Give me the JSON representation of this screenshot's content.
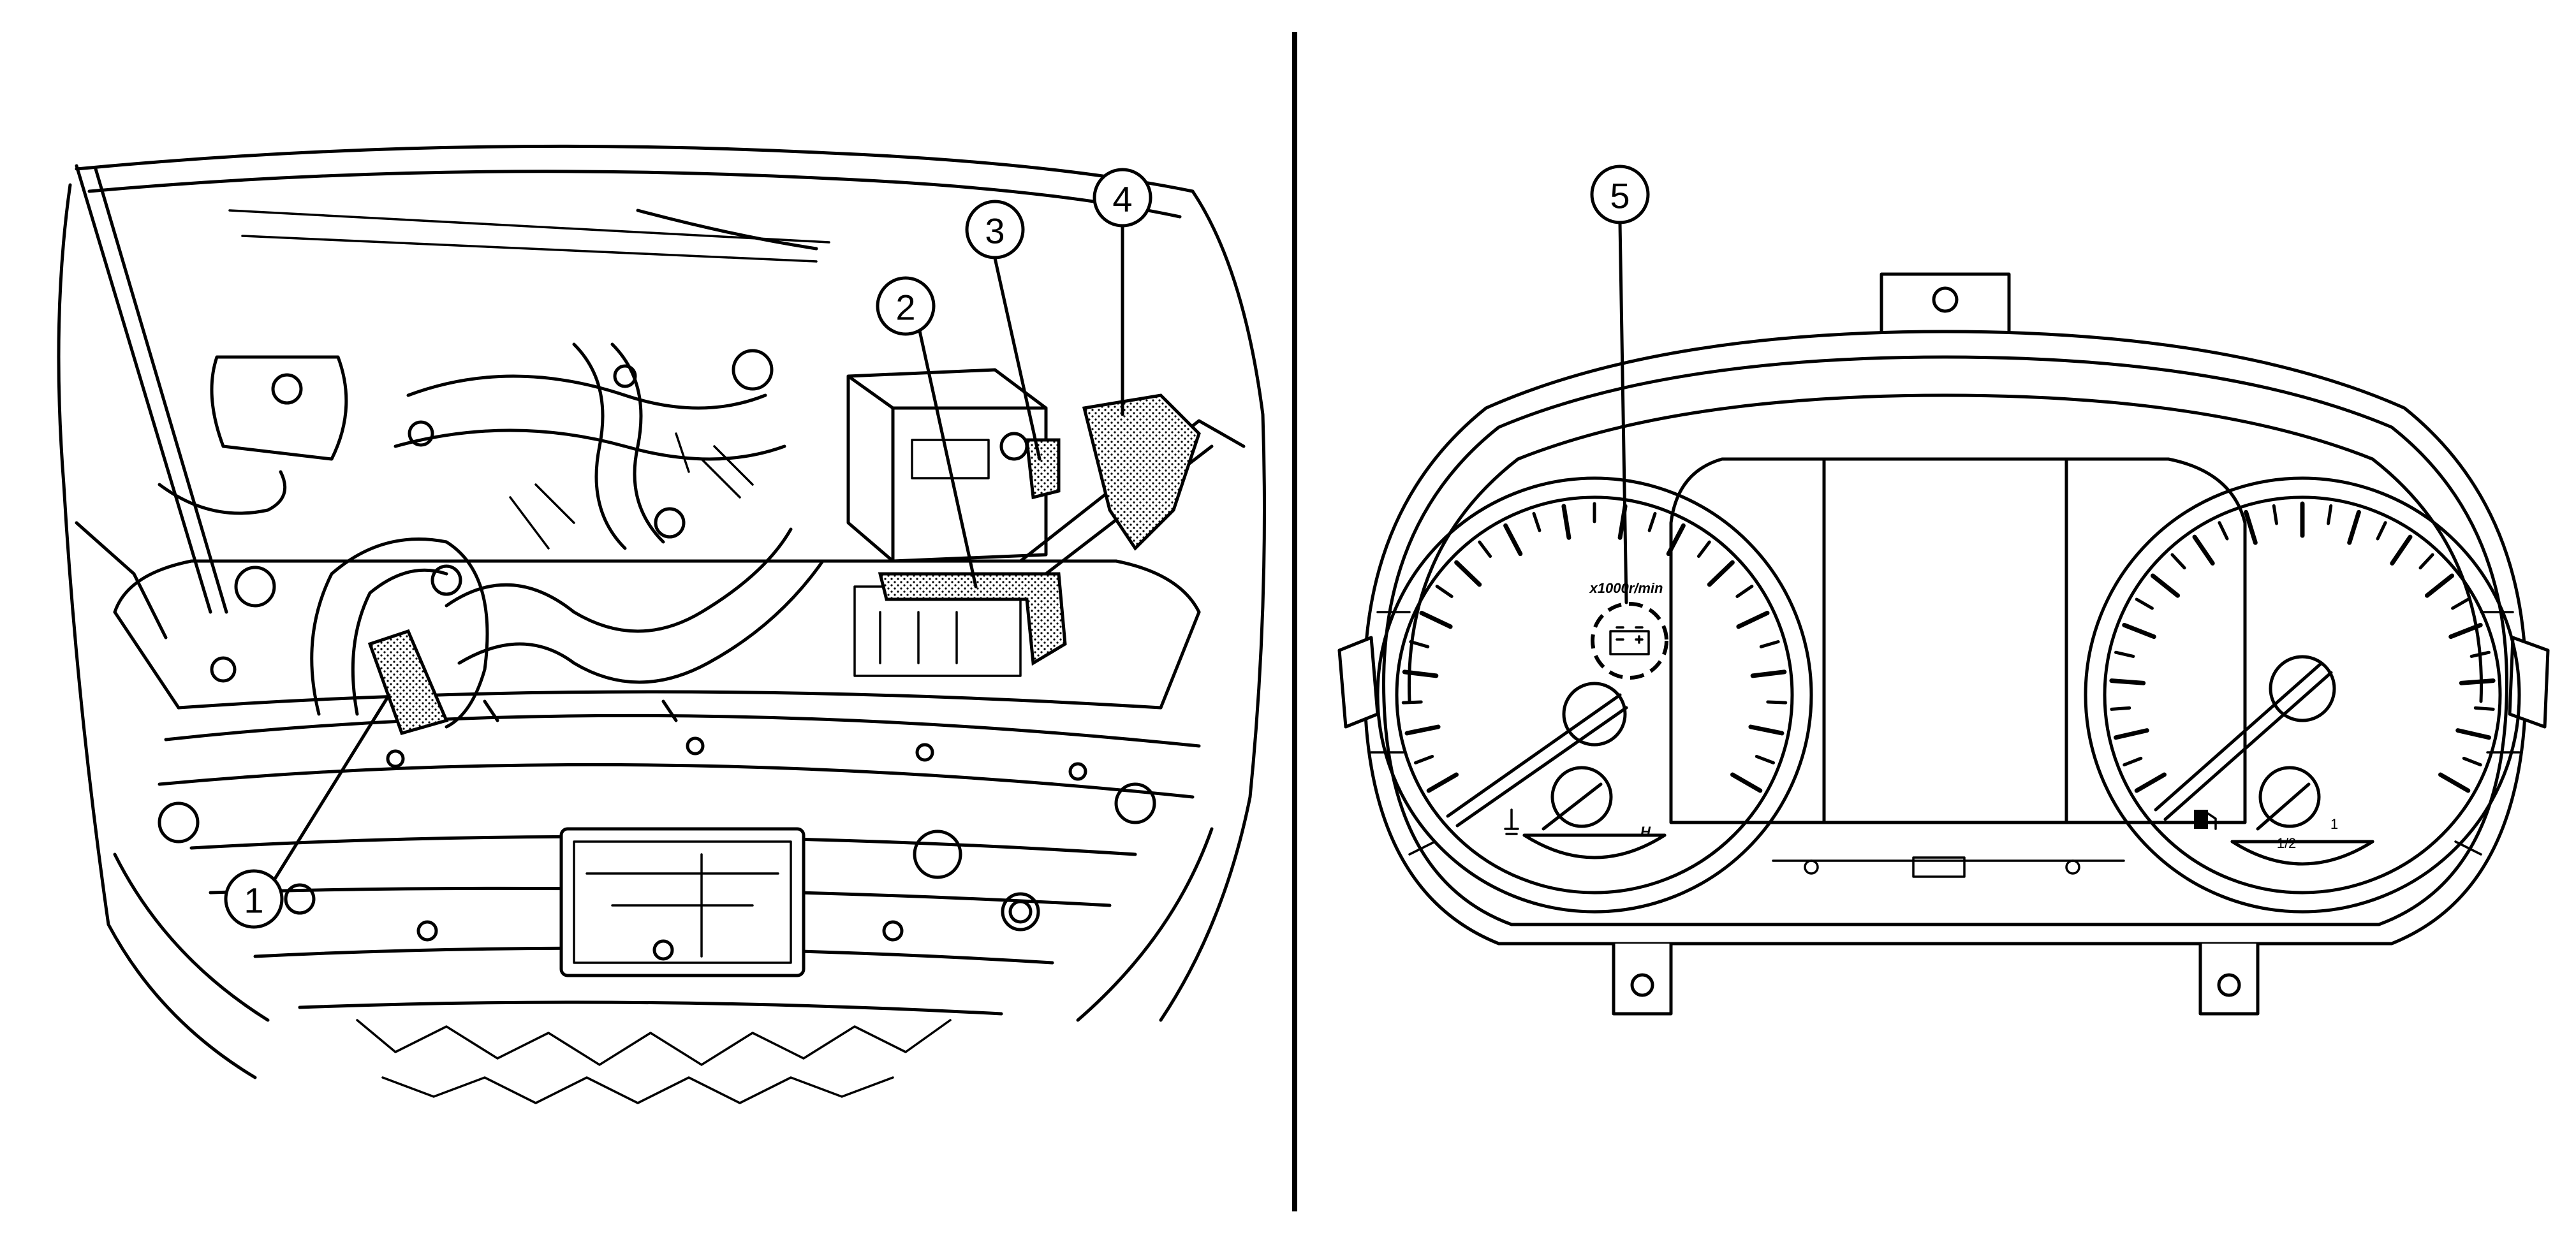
{
  "callouts": [
    {
      "id": "1",
      "label": "1"
    },
    {
      "id": "2",
      "label": "2"
    },
    {
      "id": "3",
      "label": "3"
    },
    {
      "id": "4",
      "label": "4"
    },
    {
      "id": "5",
      "label": "5"
    }
  ],
  "cluster": {
    "tach_unit": "x1000r/min",
    "temp_high": "H",
    "fuel_half": "1/2",
    "fuel_full": "1"
  },
  "icons": [
    "battery-warning-icon",
    "coolant-temperature-icon",
    "fuel-pump-icon"
  ],
  "colors": {
    "line": "#000000",
    "background": "#ffffff",
    "highlight_pattern": "stippled"
  }
}
